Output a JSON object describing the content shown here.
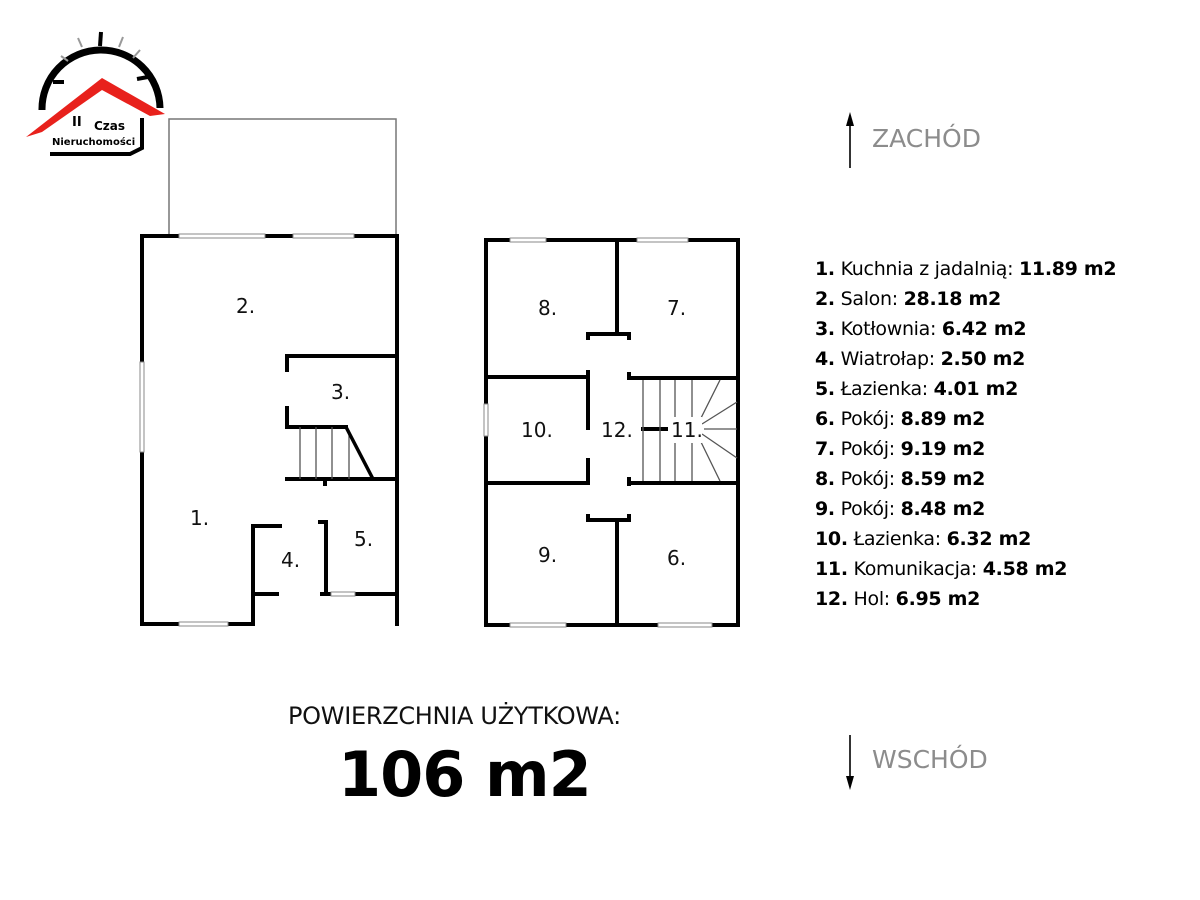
{
  "logo": {
    "line1": "Czas",
    "line2": "Nieruchomości",
    "mark": "II",
    "roof_color": "#e8211c"
  },
  "compass": {
    "top": "ZACHÓD",
    "bottom": "WSCHÓD",
    "text_color": "#8c8c8c"
  },
  "plan_labels": {
    "ground": [
      "1.",
      "2.",
      "3.",
      "4.",
      "5."
    ],
    "upper": [
      "6.",
      "7.",
      "8.",
      "9.",
      "10.",
      "11.",
      "12."
    ]
  },
  "rooms": [
    {
      "num": "1.",
      "name": "Kuchnia z jadalnią:",
      "area": "11.89 m2"
    },
    {
      "num": "2.",
      "name": "Salon:",
      "area": "28.18 m2"
    },
    {
      "num": "3.",
      "name": "Kotłownia:",
      "area": "6.42 m2"
    },
    {
      "num": "4.",
      "name": "Wiatrołap:",
      "area": "2.50 m2"
    },
    {
      "num": "5.",
      "name": "Łazienka:",
      "area": "4.01 m2"
    },
    {
      "num": "6.",
      "name": "Pokój:",
      "area": "8.89 m2"
    },
    {
      "num": "7.",
      "name": "Pokój:",
      "area": "9.19 m2"
    },
    {
      "num": "8.",
      "name": "Pokój:",
      "area": "8.59 m2"
    },
    {
      "num": "9.",
      "name": "Pokój:",
      "area": "8.48 m2"
    },
    {
      "num": "10.",
      "name": "Łazienka:",
      "area": "6.32 m2"
    },
    {
      "num": "11.",
      "name": "Komunikacja:",
      "area": "4.58 m2"
    },
    {
      "num": "12.",
      "name": "Hol:",
      "area": "6.95 m2"
    }
  ],
  "total": {
    "label": "POWIERZCHNIA UŻYTKOWA:",
    "value": "106 m2"
  }
}
